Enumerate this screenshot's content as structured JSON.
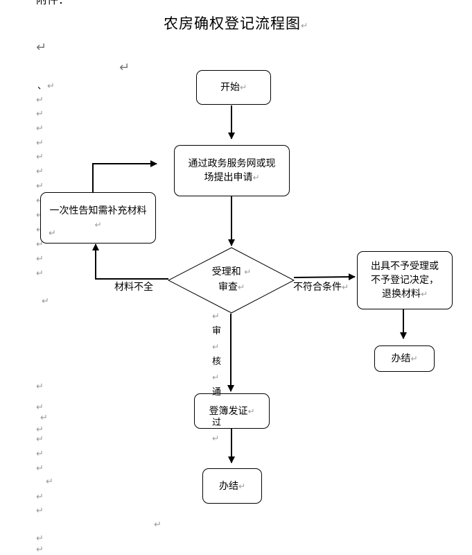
{
  "document": {
    "header_fragment": "附件：",
    "title": "农房确权登记流程图",
    "paragraph_mark": "↵",
    "comma_mark": "、"
  },
  "flowchart": {
    "nodes": {
      "start": "开始",
      "apply": "通过政务服务网或现场提出申请",
      "review_line1": "受理和",
      "review_line2": "审查",
      "supplement": "一次性告知需补充材料",
      "reject": "出具不予受理或不予登记决定，退换材料",
      "register": "登簿发证",
      "end_right": "办结",
      "end_bottom": "办结"
    },
    "edges": {
      "incomplete": "材料不全",
      "not_eligible": "不符合条件",
      "approved": [
        "审",
        "核",
        "通",
        "过"
      ]
    }
  }
}
